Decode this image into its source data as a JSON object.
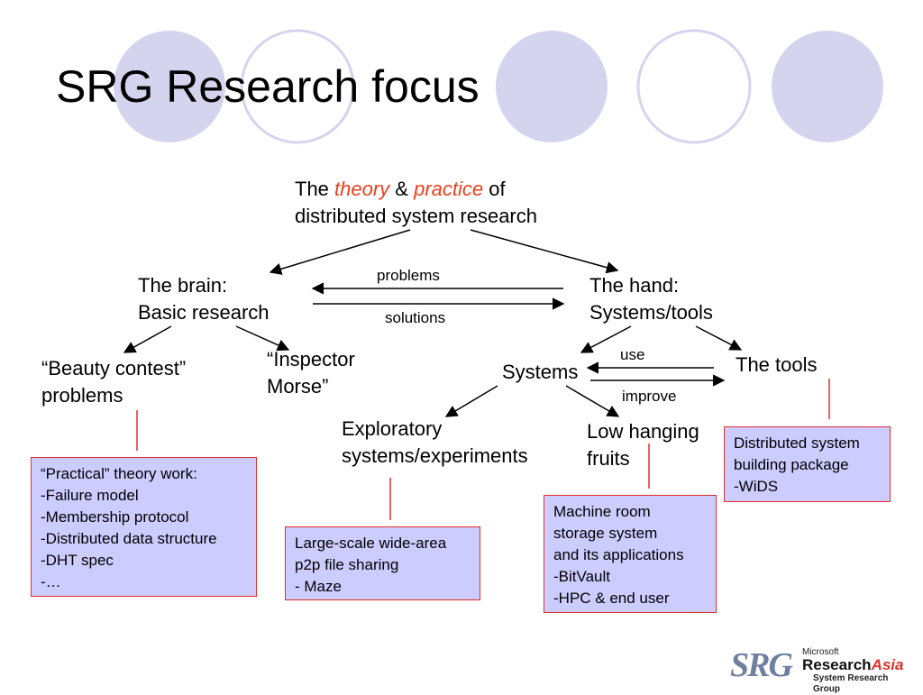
{
  "title": "SRG Research focus",
  "top": {
    "prefix": "The ",
    "theory": "theory",
    "amp": " & ",
    "practice": "practice",
    "suffix": " of",
    "line2": "distributed system research"
  },
  "brain": {
    "line1": "The brain:",
    "line2": "Basic research"
  },
  "hand": {
    "line1": "The hand:",
    "line2": "Systems/tools"
  },
  "arrows": {
    "problems": "problems",
    "solutions": "solutions",
    "use": "use",
    "improve": "improve"
  },
  "beauty": {
    "line1": "“Beauty contest”",
    "line2": "problems"
  },
  "inspector": {
    "line1": "“Inspector",
    "line2": "Morse”"
  },
  "systems": "Systems",
  "tools": "The tools",
  "exploratory": {
    "line1": "Exploratory",
    "line2": "systems/experiments"
  },
  "lowhanging": {
    "line1": "Low hanging",
    "line2": "fruits"
  },
  "boxes": {
    "theory_work": [
      "“Practical” theory work:",
      "-Failure model",
      "-Membership protocol",
      "-Distributed data structure",
      "-DHT spec",
      "-…"
    ],
    "p2p": [
      "Large-scale wide-area",
      "p2p file sharing",
      "- Maze"
    ],
    "machine_room": [
      "Machine room",
      "storage system",
      "and its applications",
      "-BitVault",
      "-HPC & end user"
    ],
    "dist_pkg": [
      "Distributed system",
      "building package",
      "-WiDS"
    ]
  },
  "logo": {
    "mark": "SRG",
    "microsoft": "Microsoft",
    "research": "Research",
    "asia": "Asia",
    "group": "System Research Group"
  },
  "colors": {
    "circle_fill": "#d4d4ee",
    "box_fill": "#ccccff",
    "box_border": "#e0302c",
    "highlight": "#e8401c"
  }
}
